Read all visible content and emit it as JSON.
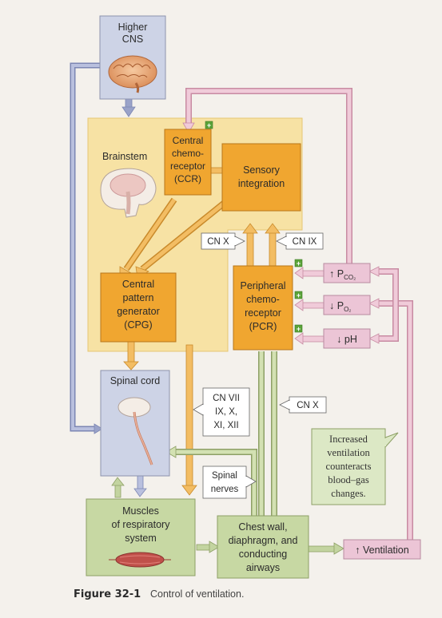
{
  "boxes": {
    "higher_cns": [
      "Higher",
      "CNS"
    ],
    "brainstem": "Brainstem",
    "ccr": [
      "Central",
      "chemo-",
      "receptor",
      "(CCR)"
    ],
    "sensory": [
      "Sensory",
      "integration"
    ],
    "cpg": [
      "Central",
      "pattern",
      "generator",
      "(CPG)"
    ],
    "pcr": [
      "Peripheral",
      "chemo-",
      "receptor",
      "(PCR)"
    ],
    "spinal_cord": "Spinal cord",
    "muscles": [
      "Muscles",
      "of respiratory",
      "system"
    ],
    "chest": [
      "Chest wall,",
      "diaphragm, and",
      "conducting",
      "airways"
    ],
    "ventilation": "↑ Ventilation",
    "pco2_prefix": "↑ P",
    "pco2_sub": "CO₂",
    "po2_prefix": "↓ P",
    "po2_sub": "O₂",
    "ph": "↓ pH"
  },
  "labels": {
    "cn_x_top": "CN X",
    "cn_ix": "CN IX",
    "cn_x_mid": "CN X",
    "cn_vii": [
      "CN VII",
      "IX, X,",
      "XI, XII"
    ],
    "spinal_nerves": [
      "Spinal",
      "nerves"
    ],
    "plus": "+"
  },
  "note": [
    "Increased",
    "ventilation",
    "counteracts",
    "blood–gas",
    "changes."
  ],
  "caption": {
    "figure": "Figure 32-1",
    "text": "Control of ventilation."
  },
  "colors": {
    "blue_box": "#cdd3e6",
    "orange_box": "#f0a630",
    "yellow_region": "#f7e2a4",
    "green_box": "#c7d8a3",
    "pink_box": "#ecc5d6",
    "blue_arrow": "#9aa3c9",
    "orange_arrow": "#f0b35a",
    "green_arrow": "#c3d4a0",
    "pink_arrow": "#e8b4c7"
  }
}
